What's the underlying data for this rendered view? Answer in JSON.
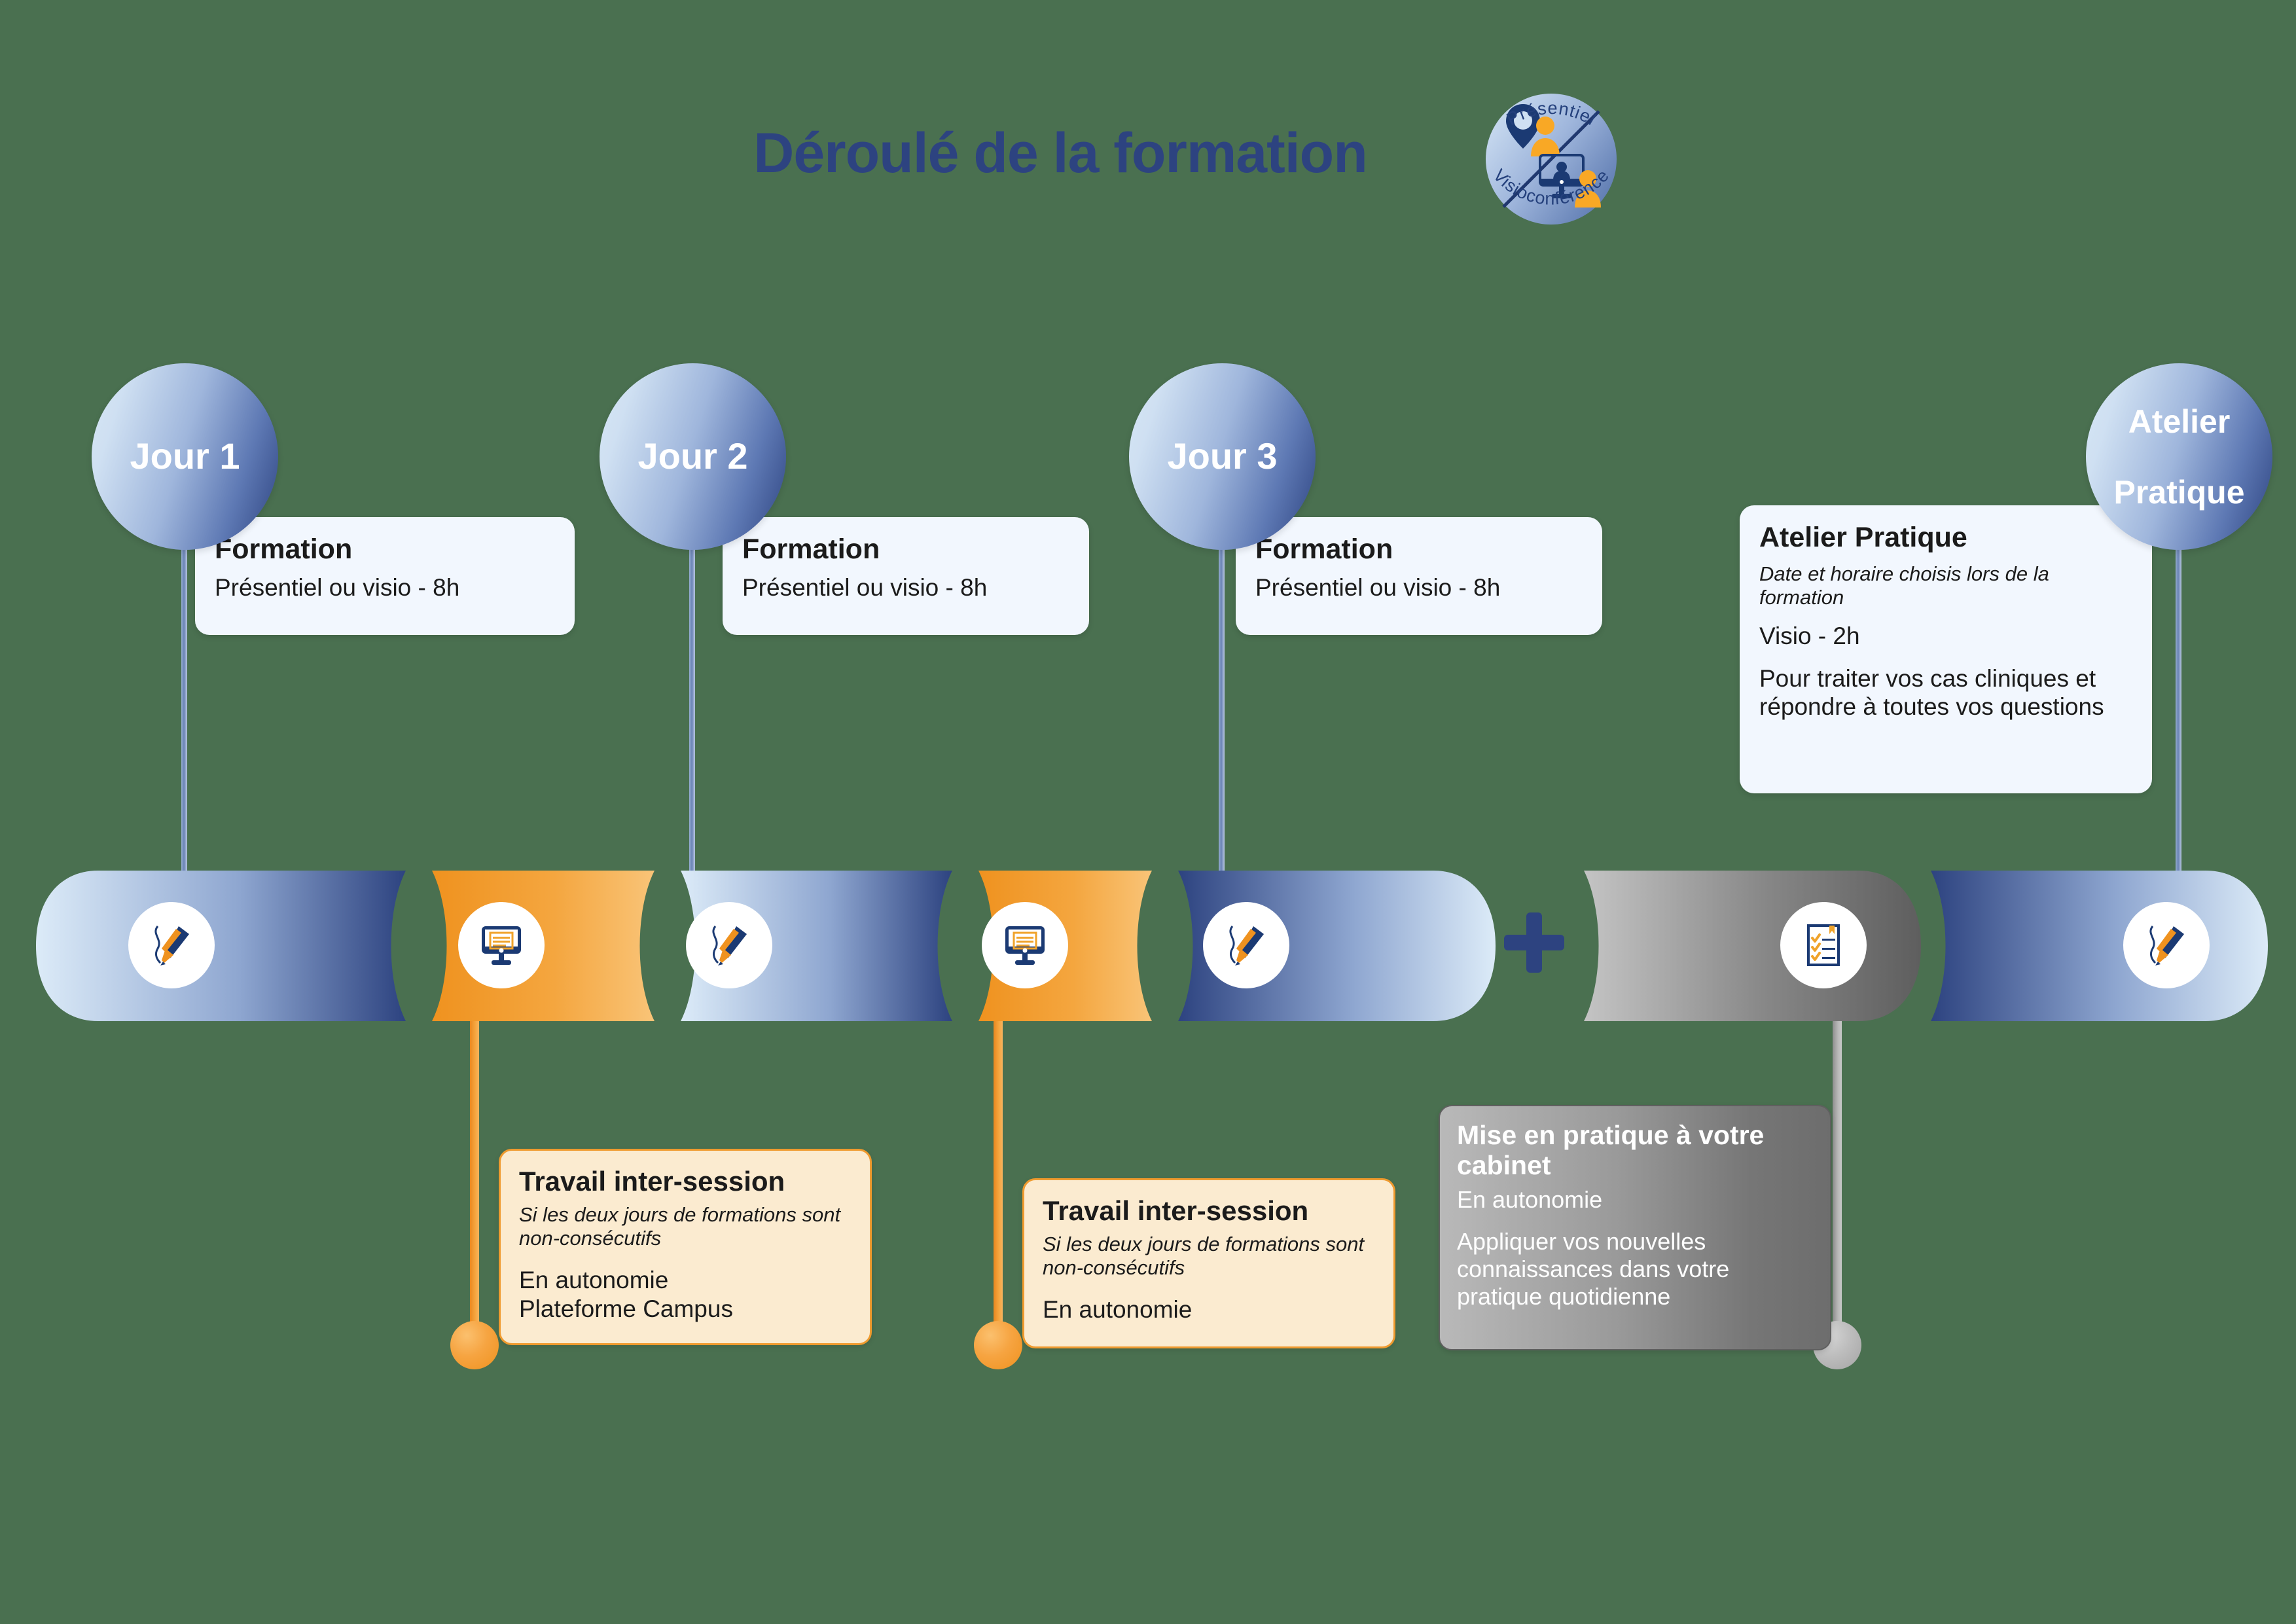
{
  "header": {
    "title": "Déroulé de la formation",
    "badge": {
      "top_label": "Présentiel",
      "bottom_label": "Visioconférence"
    }
  },
  "colors": {
    "background": "#4a7050",
    "navy": "#2d4380",
    "navy_dark": "#1b3a73",
    "orange": "#ef921f",
    "orange_light": "#f7b45e",
    "cream": "#fbebd0",
    "card_blue": "#f2f7fe",
    "grey_light": "#b9b9b9",
    "grey_dark": "#6d6d6d",
    "white": "#ffffff"
  },
  "milestones": [
    {
      "balloon_label": "Jour 1",
      "card": {
        "heading": "Formation",
        "line1": "Présentiel ou visio - 8h"
      }
    },
    {
      "balloon_label": "Jour 2",
      "card": {
        "heading": "Formation",
        "line1": "Présentiel ou visio - 8h"
      }
    },
    {
      "balloon_label": "Jour 3",
      "card": {
        "heading": "Formation",
        "line1": "Présentiel ou visio - 8h"
      }
    },
    {
      "balloon_label_line1": "Atelier",
      "balloon_label_line2": "Pratique",
      "card": {
        "heading": "Atelier Pratique",
        "italic": "Date et horaire choisis lors de la formation",
        "line1": "Visio - 2h",
        "line2": "Pour traiter vos cas cliniques et répondre à toutes vos questions"
      }
    }
  ],
  "ribbon": {
    "plus_symbol": "+",
    "segments": [
      {
        "kind": "training",
        "icon": "pen-writing-icon",
        "color_from": "#d8e7f6",
        "color_to": "#2d4380"
      },
      {
        "kind": "intersession",
        "icon": "monitor-elearning-icon",
        "color_from": "#ef921f",
        "color_to": "#f9c478"
      },
      {
        "kind": "training",
        "icon": "pen-writing-icon",
        "color_from": "#d8e7f6",
        "color_to": "#2d4380"
      },
      {
        "kind": "intersession",
        "icon": "monitor-elearning-icon",
        "color_from": "#ef921f",
        "color_to": "#f9c478"
      },
      {
        "kind": "training",
        "icon": "pen-writing-icon",
        "color_from": "#2d4380",
        "color_to": "#dce9f7"
      },
      {
        "kind": "practice",
        "icon": "checklist-icon",
        "color_from": "#c2c2c2",
        "color_to": "#5e5e5e"
      },
      {
        "kind": "workshop",
        "icon": "pen-writing-icon",
        "color_from": "#2d4380",
        "color_to": "#e3eefb"
      }
    ]
  },
  "intersession_cards": [
    {
      "heading": "Travail inter-session",
      "italic": "Si les deux jours de formations sont non-consécutifs",
      "line1": "En autonomie",
      "line2": "Plateforme Campus"
    },
    {
      "heading": "Travail inter-session",
      "italic": "Si les deux jours de formations sont non-consécutifs",
      "line1": "En autonomie",
      "line2": ""
    }
  ],
  "practice_card": {
    "heading": "Mise en pratique à votre cabinet",
    "line1": "En autonomie",
    "line2": "Appliquer vos nouvelles connaissances dans votre pratique quotidienne"
  }
}
